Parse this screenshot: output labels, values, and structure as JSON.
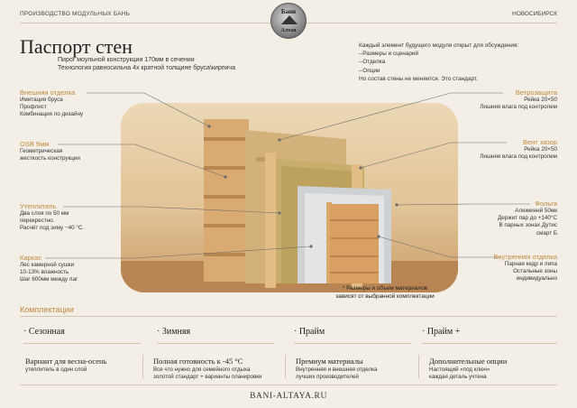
{
  "header": {
    "left": "ПРОИЗВОДСТВО МОДУЛЬНЫХ БАНЬ",
    "right": "НОВОСИБИРСК",
    "logo_top": "Бани",
    "logo_bottom": "Алтая"
  },
  "title": "Паспорт стен",
  "subtitle": [
    "Пирог моульной конструкции 170мм в сечении",
    "Технология равносильна  4х кратной толщине бруса\\кирпича"
  ],
  "intro": [
    "Каждый элемент будущего модуля открыт для обсуждения:",
    "--Размеры и сценарий",
    "--Отделка",
    "--Опции",
    "Но состав стены не меняется. Это стандарт."
  ],
  "left_layers": [
    {
      "title": "Внешняя отделка",
      "lines": [
        "Имитация бруса",
        "Профлист",
        "Комбинация по дизайну"
      ]
    },
    {
      "title": "OSB 9мм",
      "lines": [
        "Геометрическая",
        "жесткость конструкции"
      ]
    },
    {
      "title": "Утеплитель",
      "lines": [
        "Два слоя по 50 мм",
        "перекрестно.",
        "Расчёт под зиму −40 °С."
      ]
    },
    {
      "title": "Каркас",
      "lines": [
        "Лес камерной сушки",
        "10-13% влажность",
        "Шаг 600мм между лаг"
      ]
    }
  ],
  "right_layers": [
    {
      "title": "Ветрозащита",
      "lines": [
        "Рейка 20×50",
        "Лишняя влага под контролем"
      ]
    },
    {
      "title": "Вент зазор",
      "lines": [
        "Рейка 20×50",
        "Лишняя влага под контролем"
      ]
    },
    {
      "title": "Фольга",
      "lines": [
        "Алюминий 50мк",
        "Держит пар до +140°С",
        "В парных зонах Дутис",
        "смарт Б"
      ]
    },
    {
      "title": "Внутренняя отделка",
      "lines": [
        "Парная кедр и липа",
        "Остальные зоны",
        "индивидуально"
      ]
    }
  ],
  "note": [
    "* Размеры и объем материалов",
    "зависят от выбранной комплектации"
  ],
  "komplektacii": {
    "title": "Комплектации",
    "tiers": [
      "· Сезонная",
      "· Зимняя",
      "· Прайм",
      "· Прайм +"
    ]
  },
  "columns": [
    {
      "title": "Варнант  для весна-осень",
      "lines": [
        "утеплитель в один слой"
      ]
    },
    {
      "title": "Полная готовность к -45 °С",
      "lines": [
        "Все что нужно для семейного отдыха",
        "золотой стандарт + варианты планировки"
      ]
    },
    {
      "title": "Премиум материалы",
      "lines": [
        "Внутренняя и внешняя отделка",
        "лучших производителей"
      ]
    },
    {
      "title": "Дополнительные опции",
      "lines": [
        "Настоящий «под ключ»",
        "каждая деталь учтена"
      ]
    }
  ],
  "footer": "BANI-ALTAYA.RU",
  "colors": {
    "accent": "#c0893e",
    "background": "#f3efe6",
    "text": "#2b2b2b"
  }
}
